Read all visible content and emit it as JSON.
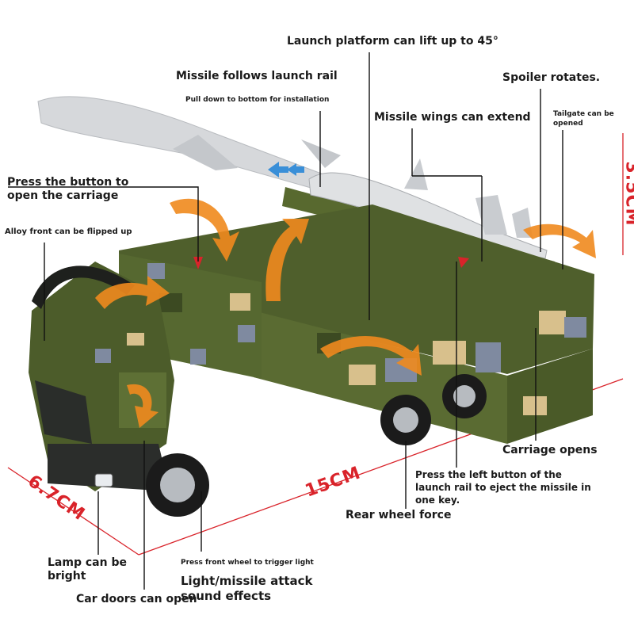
{
  "labels": {
    "launch_platform": "Launch platform can lift up to 45°",
    "missile_follows": "Missile follows launch rail",
    "pull_down": "Pull down to bottom for installation",
    "spoiler": "Spoiler rotates.",
    "missile_wings": "Missile wings can extend",
    "tailgate_1": "Tailgate can be",
    "tailgate_2": "opened",
    "press_button_1": "Press the button to",
    "press_button_2": "open the carriage",
    "alloy_front": "Alloy front can be flipped up",
    "carriage_opens": "Carriage opens",
    "press_left_1": "Press the left button of the",
    "press_left_2": "launch rail to eject the missile in",
    "press_left_3": "one key.",
    "rear_wheel": "Rear wheel force",
    "press_front_wheel": "Press front wheel to trigger light",
    "light_missile_1": "Light/missile attack",
    "light_missile_2": "sound effects",
    "lamp_1": "Lamp can be",
    "lamp_2": "bright",
    "car_doors": "Car doors can open"
  },
  "dimensions": {
    "height": "3.5CM",
    "length": "15CM",
    "width": "6.7CM"
  },
  "colors": {
    "dimension_red": "#d9232a",
    "camo_green": "#4f5f2c",
    "camo_dark": "#3c4a22",
    "camo_tan": "#d8c08c",
    "camo_grey": "#7f8aa0",
    "arrow_orange": "#f08a1e",
    "arrow_blue": "#3a8fd8"
  }
}
